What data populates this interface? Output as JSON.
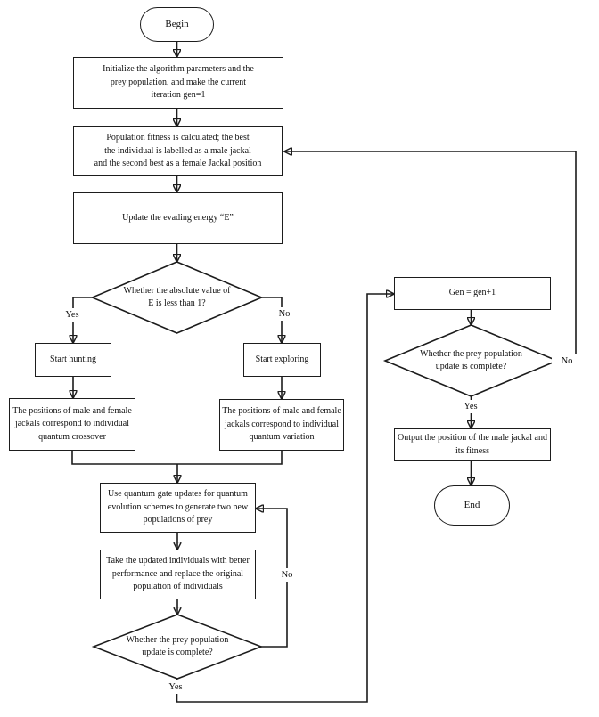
{
  "flowchart": {
    "nodes": {
      "begin": "Begin",
      "init": "Initialize the algorithm parameters and the\nprey population, and make the current\niteration gen=1",
      "fitness": "Population fitness is calculated; the best\nthe individual is labelled as a male jackal\nand the second best as a female Jackal position",
      "energy": "Update the evading energy “E”",
      "decision_abs_e": "Whether the absolute value of\nE is less than 1?",
      "hunt": "Start hunting",
      "crossover": "The positions of male and female\njackals correspond to individual\nquantum crossover",
      "explore": "Start exploring",
      "variation": "The positions of male and female\njackals correspond to individual\nquantum variation",
      "gate": "Use quantum gate updates for quantum\nevolution schemes to generate two new\npopulations of prey",
      "replace": "Take the updated individuals with better\nperformance and replace the original\npopulation of individuals",
      "decision_prey_inner": "Whether the prey population\nupdate is complete?",
      "gen_increment": "Gen = gen+1",
      "decision_prey_outer": "Whether the prey population\nupdate is complete?",
      "output": "Output the position of the male jackal and\nits fitness",
      "end": "End"
    },
    "edge_labels": {
      "abs_e_yes": "Yes",
      "abs_e_no": "No",
      "gate_loop_no": "No",
      "inner_yes": "Yes",
      "outer_no": "No",
      "outer_yes": "Yes"
    },
    "colors": {
      "line": "#1c1c1c",
      "background": "#ffffff"
    }
  }
}
